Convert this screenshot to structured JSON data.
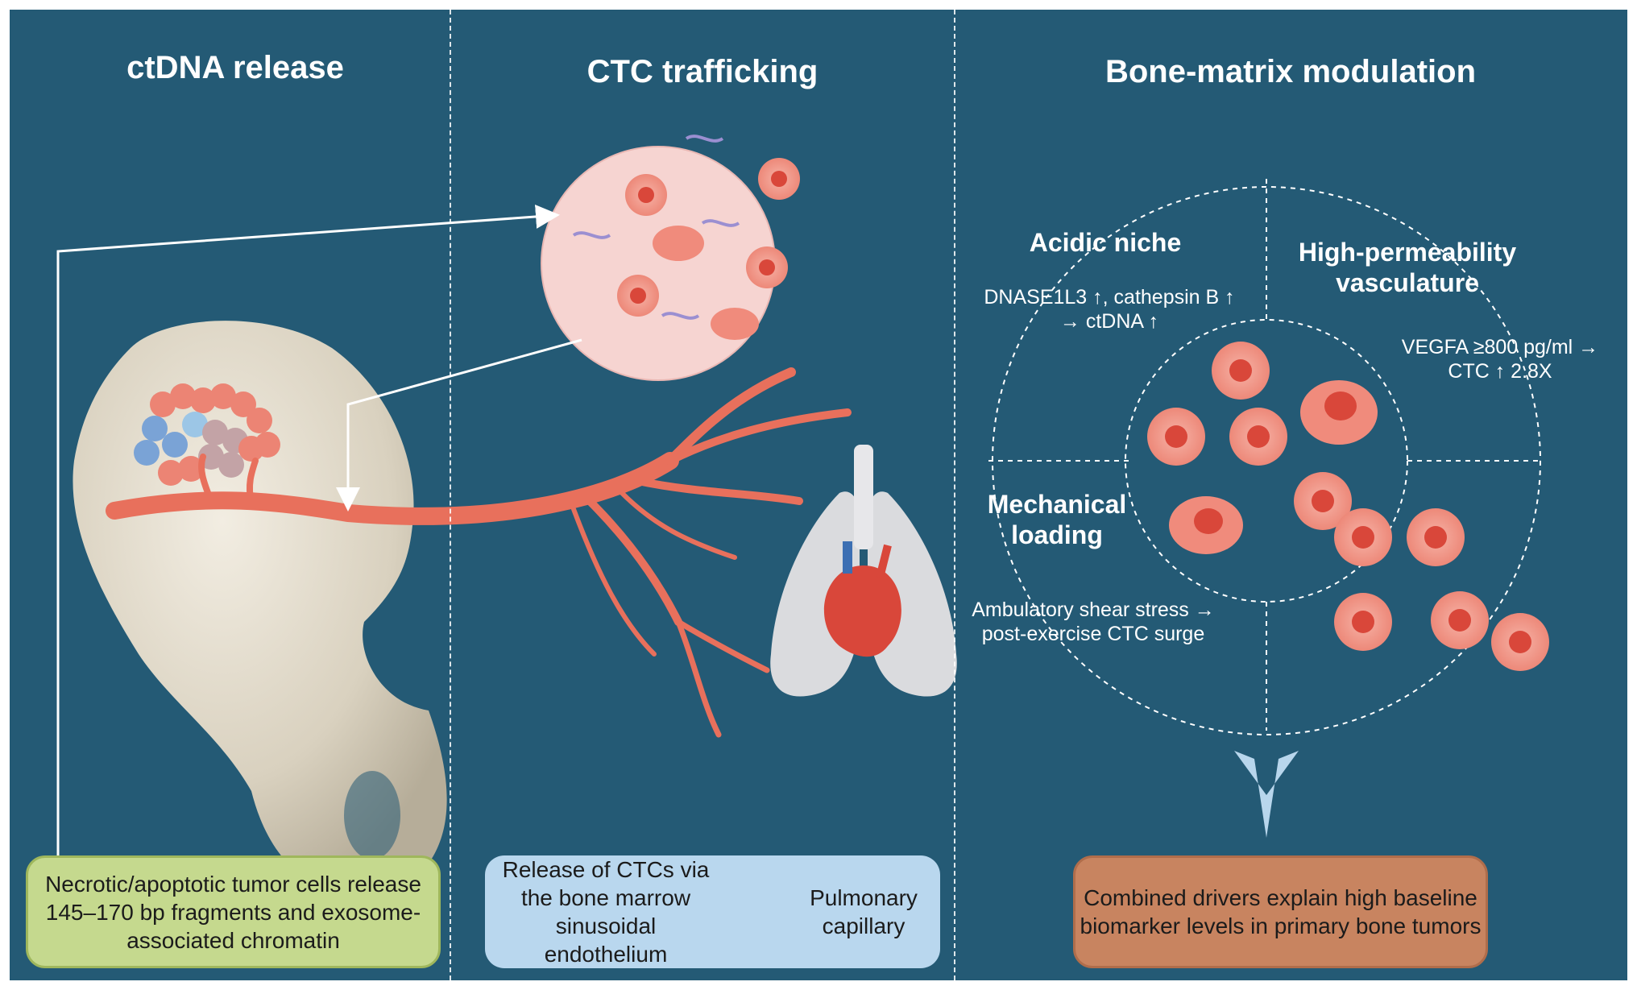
{
  "panels": {
    "ctdna": {
      "title": "ctDNA release",
      "box_text": "Necrotic/apoptotic tumor cells release 145–170 bp fragments and exosome-associated chromatin"
    },
    "ctc": {
      "title": "CTC trafficking",
      "release_text": "Release of CTCs via the bone marrow sinusoidal endothelium",
      "destination_text": "Pulmonary capillary"
    },
    "bone": {
      "title": "Bone-matrix modulation",
      "acidic": {
        "heading": "Acidic niche",
        "detail": "DNASE1L3 ↑, cathepsin B ↑ → ctDNA ↑"
      },
      "vascular": {
        "heading": "High-permeability vasculature",
        "detail": "VEGFA ≥800 pg/ml → CTC ↑ 2.8X"
      },
      "mechanical": {
        "heading": "Mechanical loading",
        "detail": "Ambulatory shear stress → post-exercise CTC surge"
      },
      "conclusion": "Combined drivers explain high baseline biomarker levels in primary bone tumors"
    }
  },
  "colors": {
    "background": "#245a75",
    "green_box": "#c5d98e",
    "blue_box": "#b9d7ee",
    "orange_box": "#c88460",
    "vessel": "#e8705c",
    "bone": "#ddd6c6",
    "cell": "#f19586"
  }
}
